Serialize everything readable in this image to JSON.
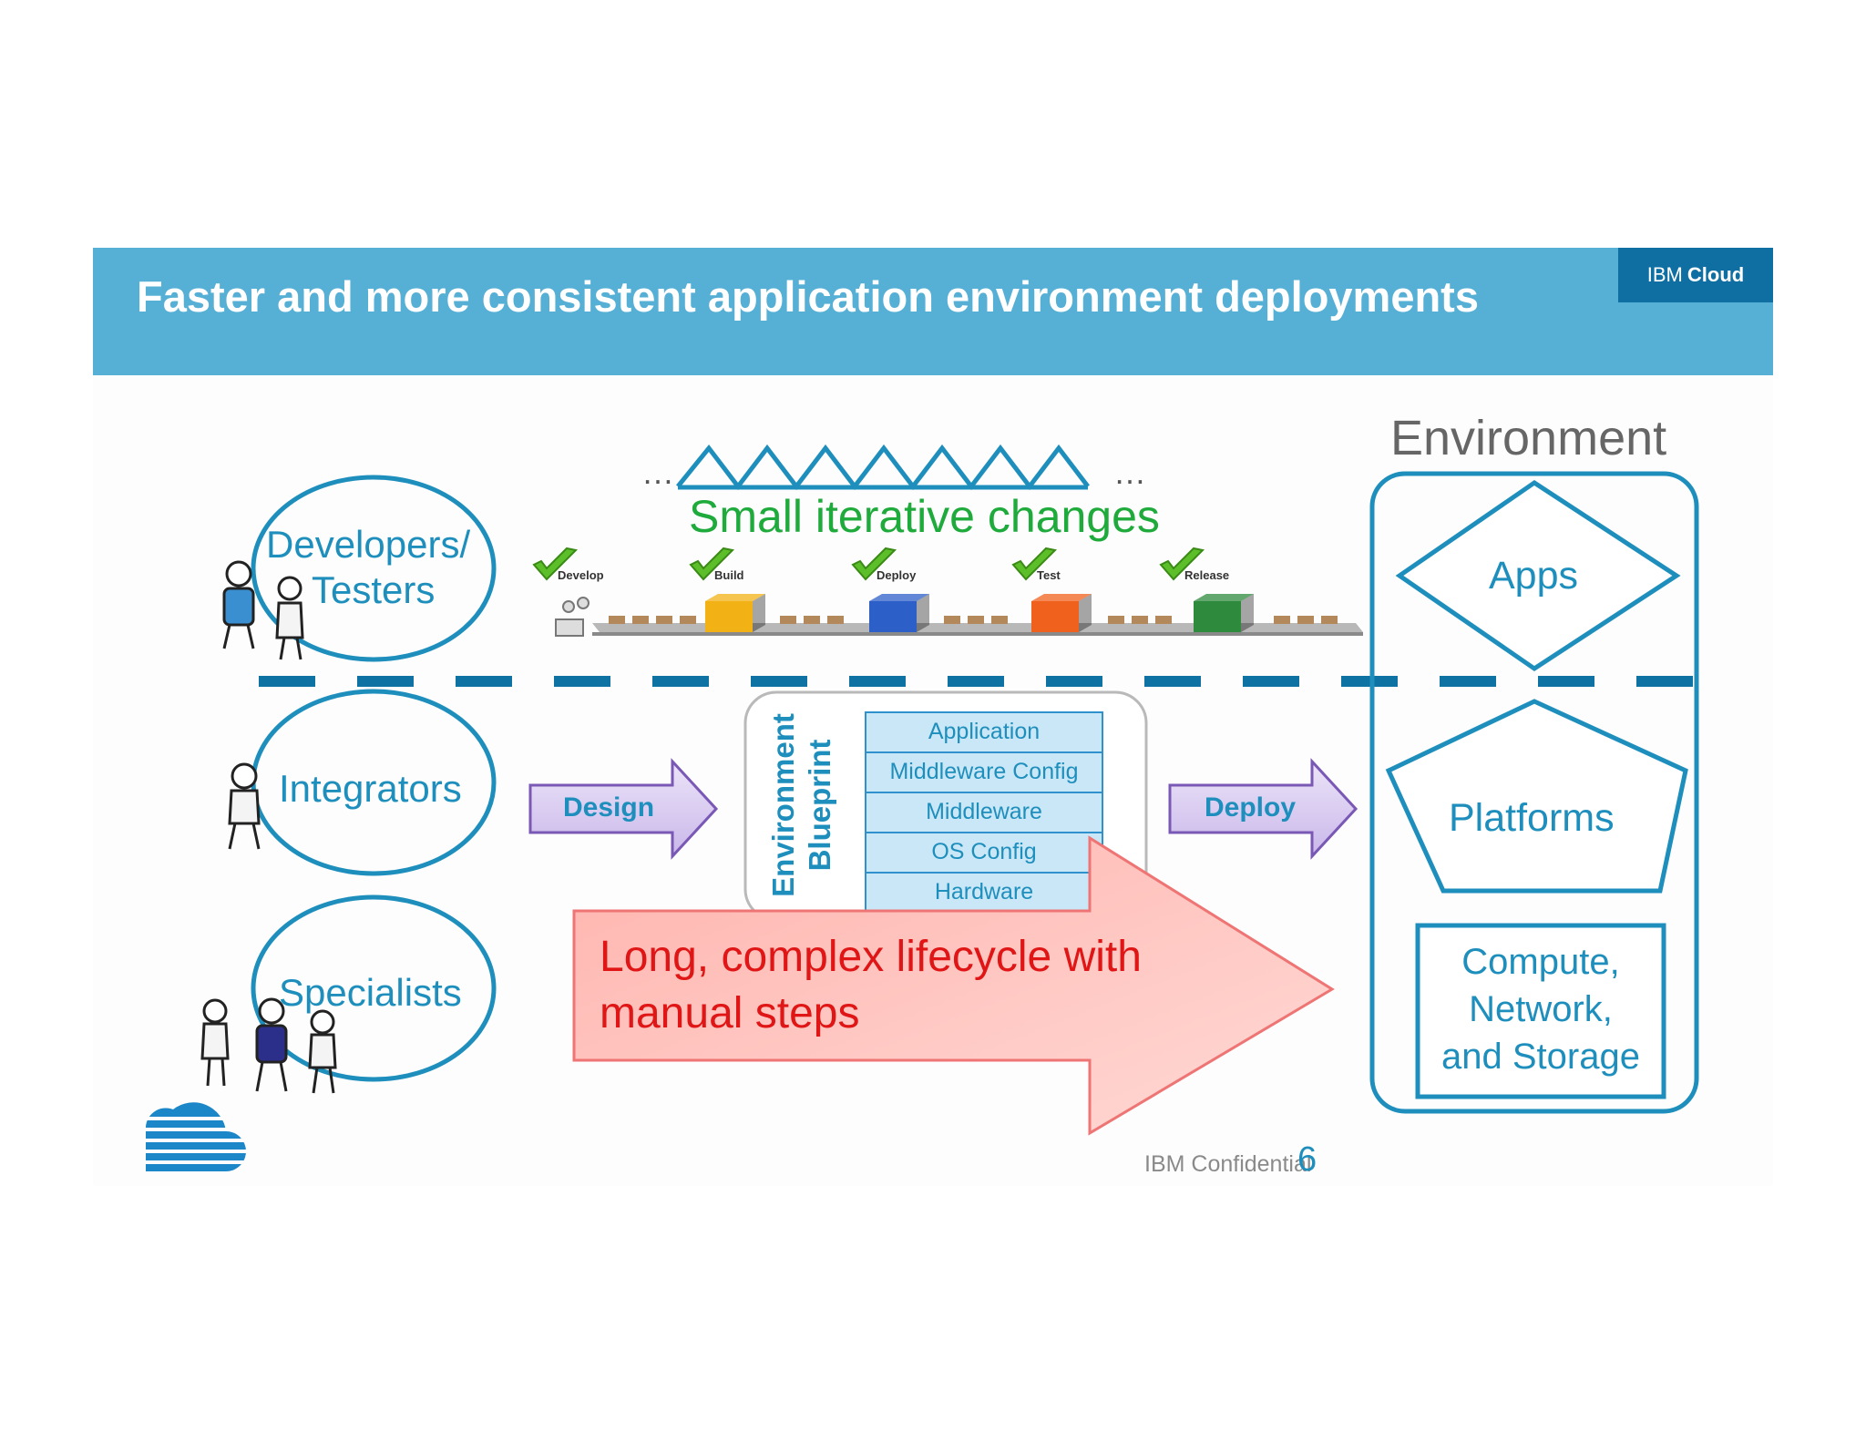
{
  "header": {
    "title": "Faster and more consistent application environment deployments",
    "brand_prefix": "IBM",
    "brand_bold": "Cloud"
  },
  "roles": {
    "developers_line1": "Developers/",
    "developers_line2": "Testers",
    "integrators": "Integrators",
    "specialists": "Specialists"
  },
  "iteration": {
    "label": "Small iterative changes",
    "ellipsis_left": "…",
    "ellipsis_right": "…"
  },
  "pipeline": {
    "stages": [
      "Develop",
      "Build",
      "Deploy",
      "Test",
      "Release"
    ],
    "box_colors": [
      "#f2b115",
      "#2d5fc8",
      "#f0611d",
      "#2e8b3e"
    ]
  },
  "arrows": {
    "design": "Design",
    "deploy": "Deploy"
  },
  "blueprint": {
    "title_line1": "Environment",
    "title_line2": "Blueprint",
    "layers": [
      "Application",
      "Middleware Config",
      "Middleware",
      "OS Config",
      "Hardware"
    ]
  },
  "callout": {
    "line1": "Long, complex lifecycle with",
    "line2": "manual steps"
  },
  "environment": {
    "title": "Environment",
    "apps": "Apps",
    "platforms": "Platforms",
    "infra_line1": "Compute,",
    "infra_line2": "Network,",
    "infra_line3": "and Storage"
  },
  "footer": {
    "confidential": "IBM Confidential",
    "page_number": "6"
  },
  "colors": {
    "accent_blue": "#1e8fbd",
    "header_blue": "#56afd5",
    "green": "#1faa3c",
    "purple": "#7a58b5",
    "red": "#e01515"
  }
}
